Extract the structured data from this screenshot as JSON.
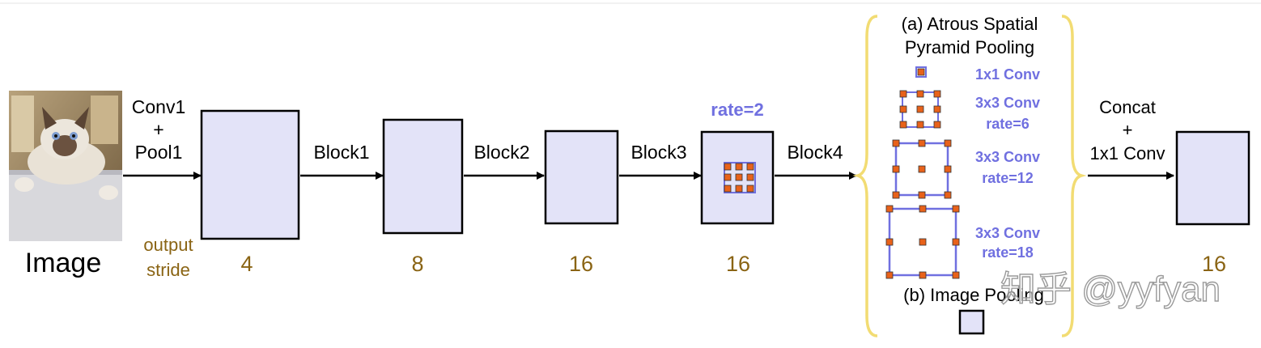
{
  "input": {
    "label": "Image"
  },
  "stride_caption": {
    "line1": "output",
    "line2": "stride"
  },
  "stages": [
    {
      "arrow_label_lines": [
        "Conv1",
        "+",
        "Pool1"
      ],
      "stride": "4"
    },
    {
      "arrow_label_lines": [
        "Block1"
      ],
      "stride": "8"
    },
    {
      "arrow_label_lines": [
        "Block2"
      ],
      "stride": "16"
    },
    {
      "arrow_label_lines": [
        "Block3"
      ],
      "stride": "16",
      "rate_label": "rate=2"
    }
  ],
  "block4_label": "Block4",
  "aspp": {
    "title_line1": "(a) Atrous Spatial",
    "title_line2": "Pyramid Pooling",
    "branches": [
      {
        "label_line1": "1x1 Conv",
        "label_line2": ""
      },
      {
        "label_line1": "3x3 Conv",
        "label_line2": "rate=6"
      },
      {
        "label_line1": "3x3 Conv",
        "label_line2": "rate=12"
      },
      {
        "label_line1": "3x3 Conv",
        "label_line2": "rate=18"
      }
    ],
    "image_pooling_label": "(b) Image Pooling"
  },
  "concat": {
    "line1": "Concat",
    "line2": "+",
    "line3": "1x1 Conv"
  },
  "output": {
    "stride": "16"
  },
  "watermark": "知乎 @yyfyan",
  "colors": {
    "block_fill": "#e3e3f8",
    "stride_text": "#8a6414",
    "atrous_blue": "#7070e0",
    "dot_orange": "#e8621a",
    "brace_yellow": "#f2dc73"
  }
}
